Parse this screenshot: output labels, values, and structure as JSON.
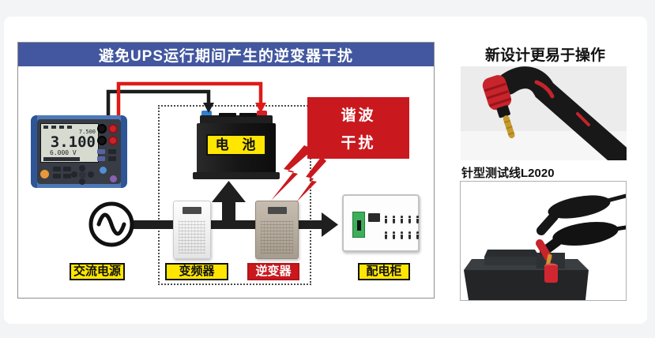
{
  "colors": {
    "page_bg": "#f3f4f6",
    "card_bg": "#ffffff",
    "title_band_blue": "#42579f",
    "label_yellow": "#ffe600",
    "alert_red": "#c9191f",
    "wire_red": "#df1a17",
    "wire_black": "#1c1c1c",
    "meter_body_blue": "#4d79b8"
  },
  "diagram": {
    "title": "避免UPS运行期间产生的逆变器干扰",
    "battery_label": "电 池",
    "interference": {
      "line1": "谐波",
      "line2": "干扰"
    },
    "flow_labels": {
      "ac_source": "交流电源",
      "frequency_converter": "变频器",
      "inverter": "逆变器",
      "distribution_cabinet": "配电柜"
    },
    "meter": {
      "lcd_top": "7.500",
      "lcd_main": "3.100",
      "lcd_sub": "6.000",
      "lcd_sub_unit": "V"
    }
  },
  "side_panel": {
    "heading": "新设计更易于操作",
    "product_label": "针型测试线L2020"
  }
}
